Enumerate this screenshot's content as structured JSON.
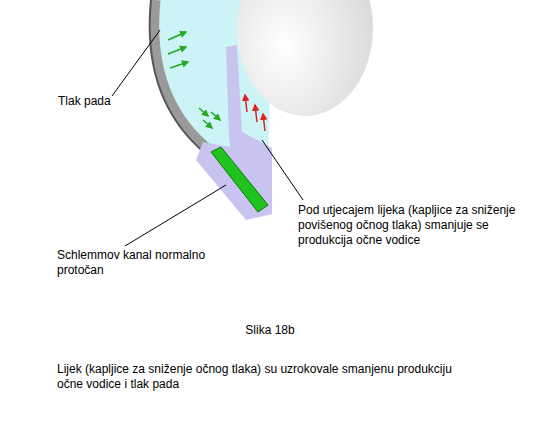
{
  "diagram": {
    "caption": "Slika 18b",
    "labels": [
      "Tlak pada",
      "Schlemmov kanal normalno protočan",
      "Pod utjecajem lijeka (kapljice za sniženje povišenog očnog tlaka) smanjuje se produkcija očne vodice",
      "Lijek (kapljice za sniženje očnog tlaka) su uzrokovale smanjenu produkciju očne vodice i tlak pada"
    ]
  }
}
